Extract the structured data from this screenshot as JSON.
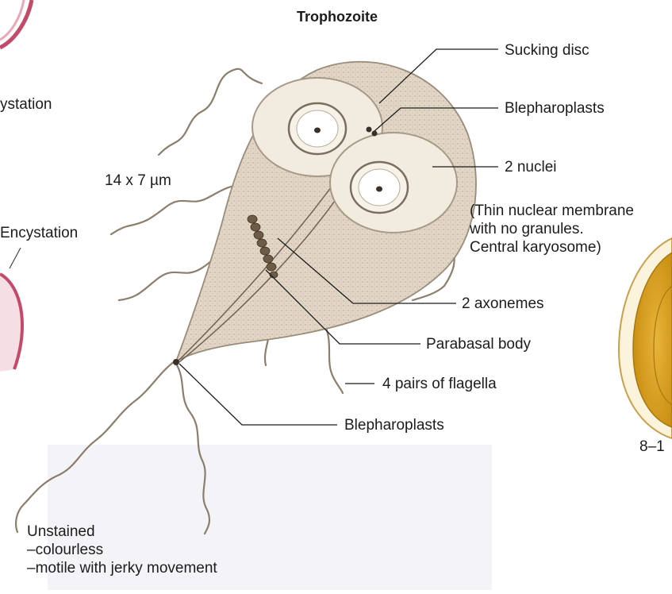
{
  "diagram": {
    "title": "Trophozoite",
    "size_label": "14 x 7 µm",
    "labels": {
      "sucking_disc": "Sucking disc",
      "blepharoplasts_top": "Blepharoplasts",
      "nuclei": "2 nuclei",
      "nuclei_note": "(Thin nuclear membrane\nwith no granules.\nCentral karyosome)",
      "axonemes": "2 axonemes",
      "parabasal_body": "Parabasal body",
      "flagella": "4 pairs of flagella",
      "blepharoplasts_bottom": "Blepharoplasts",
      "unstained": "Unstained\n–colourless\n–motile with jerky movement"
    },
    "side_left": {
      "excystation": "ystation",
      "encystation": "Encystation"
    },
    "side_right": {
      "cyst_size": "8–1"
    }
  },
  "colors": {
    "body_fill": "#e2d6c6",
    "body_stroke": "#9a8c7a",
    "nucleus_fill": "#f1ebe0",
    "karyosome": "#3a3028",
    "flagella": "#8c7e6c",
    "pink_cell": "#c44a6a",
    "cyst_yellow": "#d9a520",
    "leader_line": "#1c1c1c"
  }
}
